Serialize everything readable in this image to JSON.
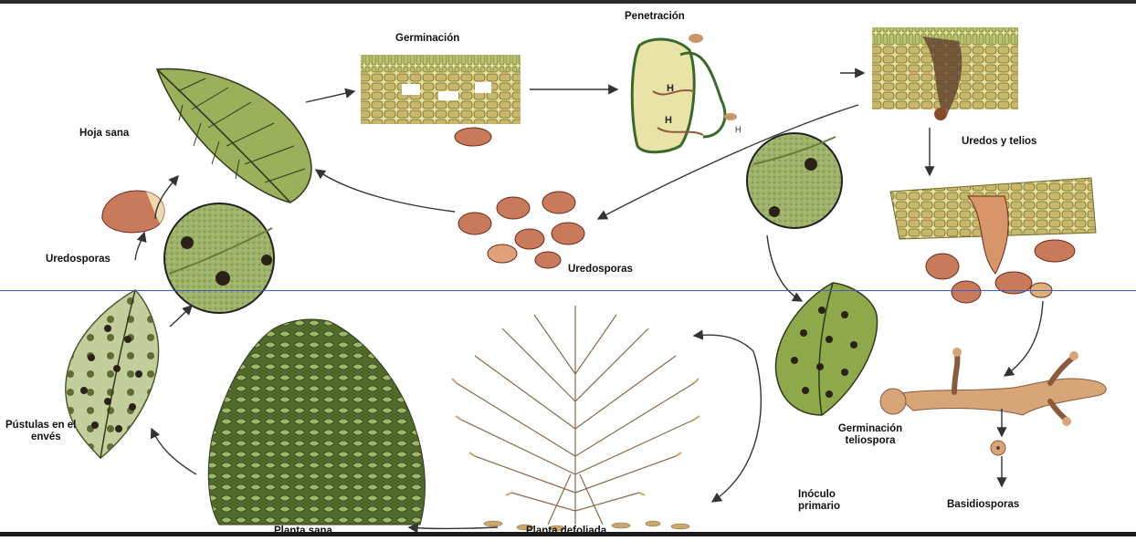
{
  "labels": {
    "germinacion": "Germinación",
    "penetracion": "Penetración",
    "hoja_sana": "Hoja sana",
    "uredos_telios": "Uredos y telios",
    "uredosporas_left": "Uredosporas",
    "uredosporas_center": "Uredosporas",
    "pustulas_line1": "Pústulas en el",
    "pustulas_line2": "envés",
    "germinacion_teliospora_line1": "Germinación",
    "germinacion_teliospora_line2": "teliospora",
    "inoculo_line1": "Inóculo",
    "inoculo_line2": "primario",
    "basidiosporas": "Basidiosporas",
    "planta_sana": "Planta sana",
    "planta_defoliada": "Planta defoliada",
    "haustoria_marker": "H"
  },
  "colors": {
    "leaf_healthy": "#9caf5a",
    "leaf_infected": "#7f9a48",
    "vein": "#2f3a1c",
    "pustule": "#2a2218",
    "spore": "#c87a5a",
    "spore_dots": "#6a2a1a",
    "tissue_cell": "#c9b86a",
    "tissue_wall": "#6b6a2a",
    "germ_tube": "#c8956a",
    "arrow": "#333333",
    "divider": "#3f5fb8"
  }
}
